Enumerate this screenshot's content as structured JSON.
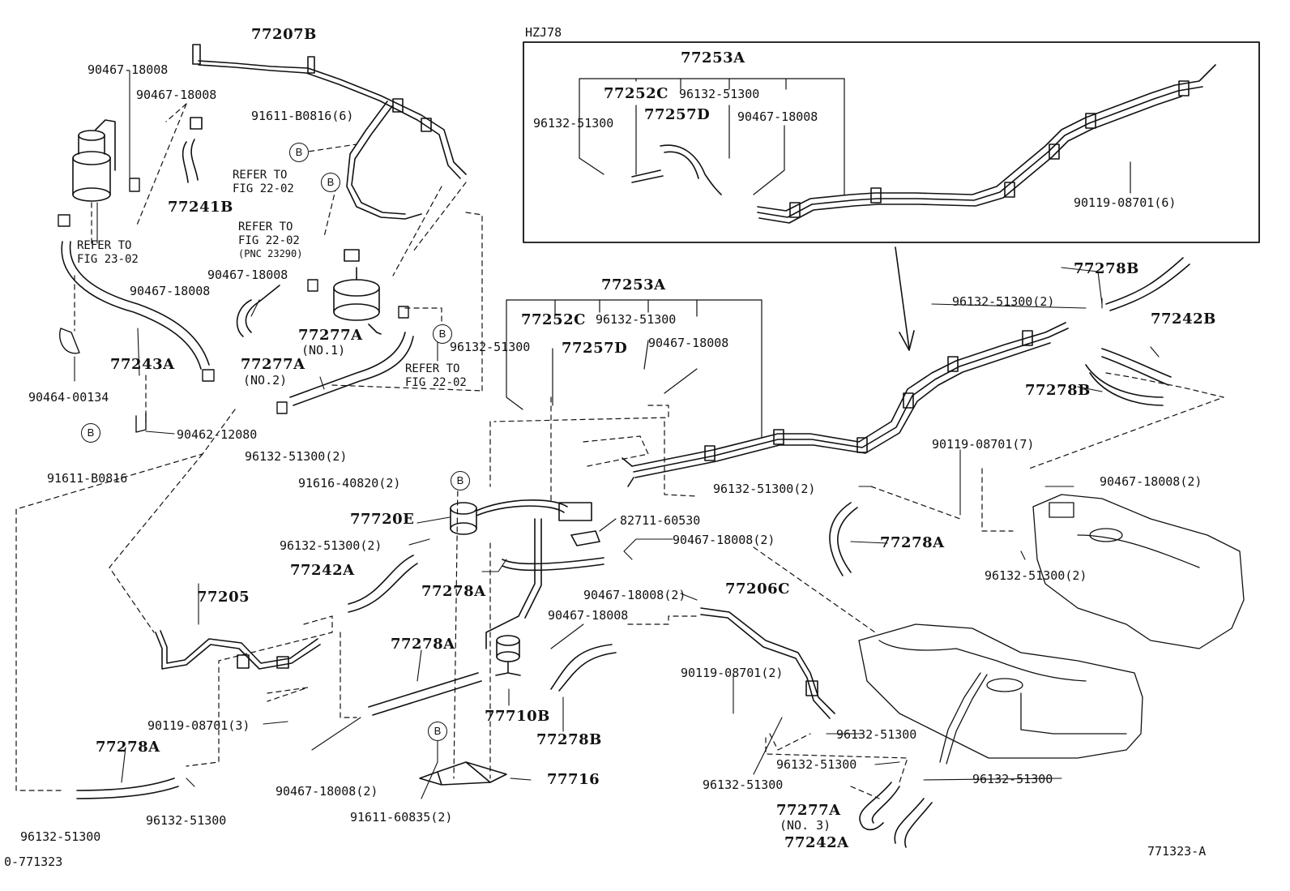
{
  "inset": {
    "title": "HZJ78"
  },
  "footer": {
    "left": "0-771323",
    "right": "771323-A"
  },
  "circle_letter": "B",
  "parts": {
    "p77207B": "77207B",
    "p90467_18008": "90467-18008",
    "p77241B": "77241B",
    "p91611_B0816_6": "91611-B0816(6)",
    "p77243A": "77243A",
    "p90464_00134": "90464-00134",
    "p90462_12080": "90462-12080",
    "p91611_B0816": "91611-B0816",
    "p77277A": "77277A",
    "no1": "(NO.1)",
    "no2": "(NO.2)",
    "no3": "(NO. 3)",
    "p96132_51300_2": "96132-51300(2)",
    "p91616_40820_2": "91616-40820(2)",
    "p77720E": "77720E",
    "p77242A": "77242A",
    "p77205": "77205",
    "p90119_08701_3": "90119-08701(3)",
    "p77278A": "77278A",
    "p96132_51300": "96132-51300",
    "p77253A": "77253A",
    "p77252C": "77252C",
    "p77257D": "77257D",
    "p90467_18008_2": "90467-18008(2)",
    "p82711_60530": "82711-60530",
    "p77710B": "77710B",
    "p77278B": "77278B",
    "p90467_18008_3": "90467-18008",
    "p90467_18008_2b": "90467-18008(2)",
    "p91611_60835_2": "91611-60835(2)",
    "p77716": "77716",
    "p77206C": "77206C",
    "p90119_08701_2": "90119-08701(2)",
    "p90119_08701_6": "90119-08701(6)",
    "p90119_08701_7": "90119-08701(7)",
    "p77242B": "77242B"
  },
  "refs": {
    "refer_to": "REFER TO",
    "fig_22_02": "FIG 22-02",
    "fig_23_02": "FIG 23-02",
    "pnc": "(PNC 23290)"
  }
}
